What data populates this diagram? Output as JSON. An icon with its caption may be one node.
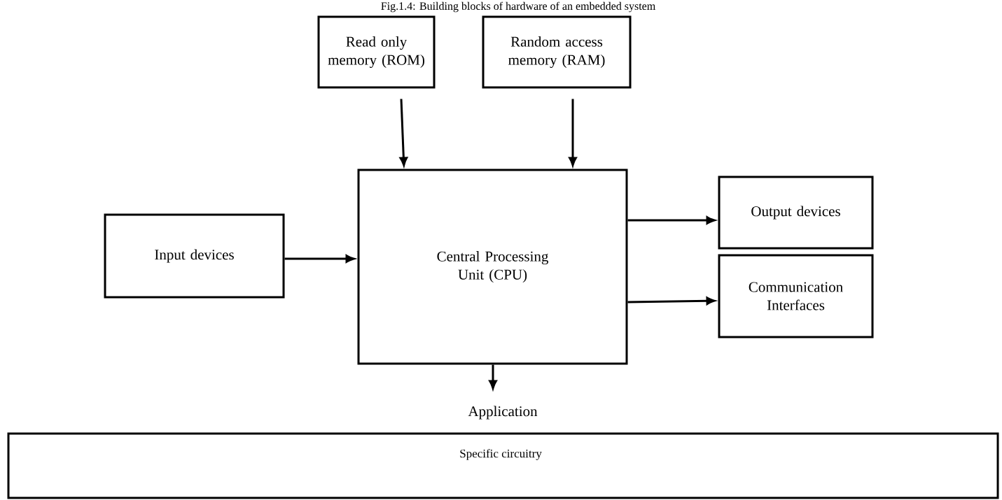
{
  "diagram": {
    "title": "Fig.1.4: Building blocks of hardware of an embedded system",
    "nodes": [
      {
        "text": [
          "Read only memory (ROM)"
        ]
      },
      {
        "text": [
          "Random access memory (RAM)"
        ]
      },
      {
        "text": [
          "Central Processing Unit (CPU)"
        ]
      },
      {
        "text": [
          "Input devices"
        ]
      },
      {
        "text": [
          "Output devices"
        ]
      },
      {
        "text": [
          "Communication Interfaces"
        ]
      },
      {
        "text": [
          "Application",
          "Specific circuitry"
        ]
      }
    ],
    "edges": [
      {
        "from": 0,
        "to": 2,
        "arrow": "to"
      },
      {
        "from": 1,
        "to": 2,
        "arrow": "to"
      },
      {
        "from": 3,
        "to": 2,
        "arrow": "to"
      },
      {
        "from": 2,
        "to": 4,
        "arrow": "to"
      },
      {
        "from": 2,
        "to": 5,
        "arrow": "to"
      },
      {
        "from": 2,
        "to": 6,
        "arrow": "to"
      }
    ]
  }
}
